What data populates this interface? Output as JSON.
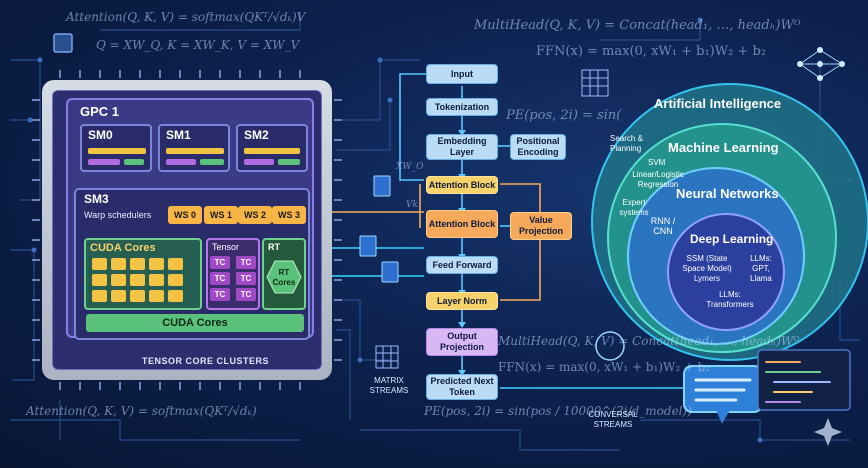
{
  "equations": {
    "attention_top": "Attention(Q, K, V) = softmax(QKᵀ/√dₖ)V",
    "qkv": "Q = XW_Q,  K = XW_K,  V = XW_V",
    "multihead_top": "MultiHead(Q, K, V) = Concat(head₁, …, headₕ)Wᴼ",
    "ffn_top": "FFN(x) = max(0, xW₁ + b₁)W₂ + b₂",
    "pe_top": "PE(pos, 2i) = sin(",
    "multihead_bottom": "MultiHead(Q, K, V) = Concat(head₁, …, headₕ)Wᴼ",
    "ffn_bottom": "FFN(x) = max(0, xW₁ + b₁)W₂ + b₂",
    "attention_bottom": "Attention(Q, K, V) = softmax(QKᵀ/√dₖ)",
    "pe_bottom": "PE(pos, 2i) = sin(pos / 10000^(2i/d_model))",
    "xwo": "XW_O",
    "vk": "Vk"
  },
  "gpu": {
    "gpc_label": "GPC 1",
    "sm_labels": [
      "SM0",
      "SM1",
      "SM2"
    ],
    "sm3_label": "SM3",
    "warp_label": "Warp schedulers",
    "warp_schedulers": [
      "WS 0",
      "WS 1",
      "WS 2",
      "WS 3"
    ],
    "cuda_label": "CUDA Cores",
    "tensor_label": "Tensor",
    "tc_label": "TC",
    "rt_label": "RT",
    "rt_cores": "RT Cores",
    "cuda_bar": "CUDA Cores",
    "cluster_label": "TENSOR CORE CLUSTERS"
  },
  "pipeline": {
    "input": "Input",
    "tokenization": "Tokenization",
    "embedding": "Embedding Layer",
    "positional": "Positional Encoding",
    "attention_block_1": "Attention Block",
    "attention_block_2": "Attention Block",
    "value_projection": "Value Projection",
    "feed_forward": "Feed Forward",
    "layer_norm": "Layer Norm",
    "output_projection": "Output Projection",
    "predicted": "Predicted Next Token",
    "matrix_streams": "MATRIX STREAMS",
    "conversal_streams": "CONVERSAL STREAMS"
  },
  "venn": {
    "ai": "Artificial Intelligence",
    "ml": "Machine Learning",
    "nn": "Neural Networks",
    "dl": "Deep Learning",
    "search": "Search & Planning",
    "svm": "SVM",
    "regression": "Linear/Logistic Regression",
    "expert": "Expert systems",
    "rnn": "RNN / CNN",
    "ssm": "SSM (State Space Model) Lymers",
    "llms_gpt": "LLMs: GPT, Llama",
    "llms_tr": "LLMs: Transformers"
  },
  "colors": {
    "background": "#0b1a3a",
    "circuit": "#2a4f8f",
    "accent_cyan": "#39d5ff",
    "accent_orange": "#f5a95a",
    "venn_teal": "#2fb0a8",
    "venn_blue": "#2e66c8"
  }
}
